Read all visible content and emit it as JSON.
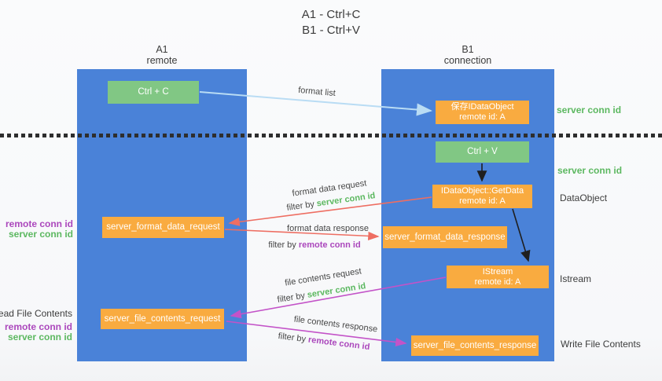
{
  "title": [
    "A1 - Ctrl+C",
    "B1 - Ctrl+V"
  ],
  "lanes": {
    "a": {
      "name": "A1",
      "role": "remote"
    },
    "b": {
      "name": "B1",
      "role": "connection"
    }
  },
  "nodes": {
    "ctrl_c": {
      "label": "Ctrl + C"
    },
    "save_idataobject": {
      "line1": "保存IDataObject",
      "line2": "remote id: A"
    },
    "ctrl_v": {
      "label": "Ctrl + V"
    },
    "idataobject_getdata": {
      "line1": "IDataObject::GetData",
      "line2": "remote id: A"
    },
    "server_format_data_request": {
      "label": "server_format_data_request"
    },
    "server_format_data_response": {
      "label": "server_format_data_response"
    },
    "istream": {
      "line1": "IStream",
      "line2": "remote id: A"
    },
    "server_file_contents_request": {
      "label": "server_file_contents_request"
    },
    "server_file_contents_response": {
      "label": "server_file_contents_response"
    }
  },
  "flow_labels": {
    "format_list": "format list",
    "format_data_request": "format data request",
    "format_data_request_filter": {
      "prefix": "filter by ",
      "key": "server conn id"
    },
    "format_data_response": "format data response",
    "format_data_response_filter": {
      "prefix": "filter by ",
      "key": "remote conn id"
    },
    "file_contents_request": "file contents request",
    "file_contents_request_filter": {
      "prefix": "filter by ",
      "key": "server conn id"
    },
    "file_contents_response": "file contents response",
    "file_contents_response_filter": {
      "prefix": "filter by ",
      "key": "remote conn id"
    }
  },
  "side_labels": {
    "server_conn_id_top": "server conn id",
    "server_conn_id_mid": "server conn id",
    "dataobject": "DataObject",
    "istream": "Istream",
    "write_file_contents": "Write File Contents",
    "read_file_contents": "Read File Contents",
    "left_remote_conn_id_1": "remote conn id",
    "left_server_conn_id_1": "server conn id",
    "left_remote_conn_id_2": "remote conn id",
    "left_server_conn_id_2": "server conn id"
  },
  "colors": {
    "lane_blue": "#4a82d8",
    "node_green": "#81c784",
    "node_orange": "#f9ab40",
    "conn_green_text": "#5cb860",
    "conn_purple_text": "#ab47bc",
    "arrow_light_blue": "#b9dcf4",
    "arrow_red": "#ee6e62",
    "arrow_magenta": "#c353c8",
    "arrow_black": "#1f1f1f",
    "text_dark": "#3c3c3c"
  }
}
